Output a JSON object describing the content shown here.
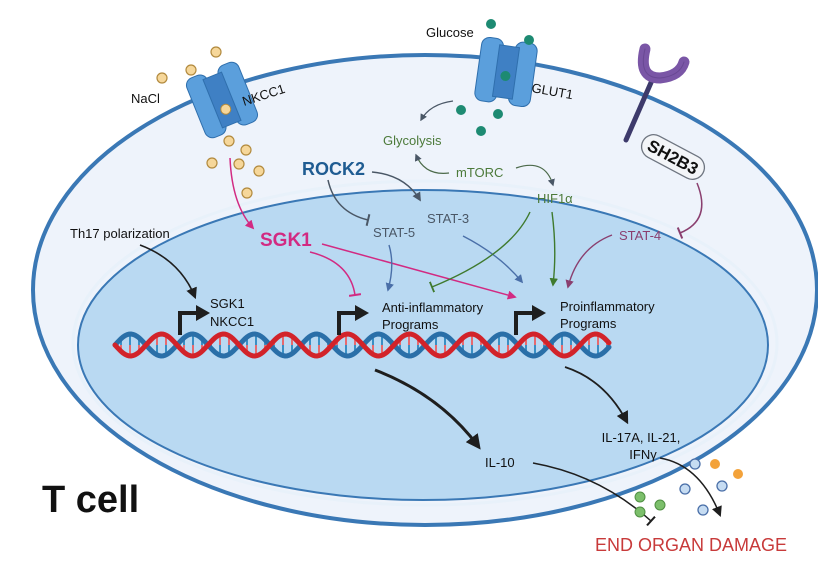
{
  "title": "T cell",
  "colors": {
    "cell_fill": "#eef3fb",
    "cell_stroke": "#3a78b5",
    "nucleus_fill": "#b9d9f2",
    "nucleus_stroke": "#3a78b5",
    "channel_outer": "#5b9fdc",
    "channel_inner": "#3f80c4",
    "nacl_dot": "#f6d79a",
    "glucose_dot": "#1d8a72",
    "receptor": "#7a56a6",
    "rock2": "#1f5c92",
    "sgk1": "#d22a82",
    "hif": "#4c7a3a",
    "stat4": "#8a3f6f",
    "neutral": "#4a5766",
    "damage": "#c83a3a",
    "dna_red": "#d2232a",
    "dna_blue": "#2a6fa8",
    "orange_dot": "#f3a23a",
    "green_dot": "#7cbf6b",
    "hollow_dot": "#c6dcf2"
  },
  "labels": {
    "nacl": "NaCl",
    "nkcc1": "NKCC1",
    "glucose": "Glucose",
    "glut1": "GLUT1",
    "sh2b3": "SH2B3",
    "glycolysis": "Glycolysis",
    "mtorc": "mTORC",
    "hif1a": "HIF1α",
    "rock2": "ROCK2",
    "stat3": "STAT-3",
    "stat5": "STAT-5",
    "stat4": "STAT-4",
    "sgk1": "SGK1",
    "th17": "Th17 polarization",
    "gene_sgk1": "SGK1",
    "gene_nkcc1": "NKCC1",
    "anti_line1": "Anti-inflammatory",
    "anti_line2": "Programs",
    "pro_line1": "Proinflammatory",
    "pro_line2": "Programs",
    "il10": "IL-10",
    "il17_line1": "IL-17A, IL-21,",
    "il17_line2": "IFNγ",
    "damage": "END ORGAN DAMAGE",
    "tcell": "T cell"
  },
  "relations": [
    {
      "from": "NaCl",
      "to": "NKCC1",
      "type": "transport"
    },
    {
      "from": "Glucose",
      "to": "GLUT1",
      "type": "transport"
    },
    {
      "from": "NKCC1",
      "to": "SGK1",
      "type": "activates"
    },
    {
      "from": "Glucose",
      "to": "Glycolysis",
      "type": "activates"
    },
    {
      "from": "mTORC",
      "to": "Glycolysis",
      "type": "activates"
    },
    {
      "from": "mTORC",
      "to": "HIF1α",
      "type": "activates"
    },
    {
      "from": "ROCK2",
      "to": "STAT-3",
      "type": "activates"
    },
    {
      "from": "ROCK2",
      "to": "STAT-5",
      "type": "inhibits"
    },
    {
      "from": "SH2B3",
      "to": "STAT-4",
      "type": "inhibits"
    },
    {
      "from": "SGK1",
      "to": "Anti-inflammatory Programs",
      "type": "inhibits"
    },
    {
      "from": "SGK1",
      "to": "Proinflammatory Programs",
      "type": "activates"
    },
    {
      "from": "STAT-5",
      "to": "Anti-inflammatory Programs",
      "type": "activates"
    },
    {
      "from": "STAT-3",
      "to": "Proinflammatory Programs",
      "type": "activates"
    },
    {
      "from": "HIF1α",
      "to": "Anti-inflammatory Programs",
      "type": "inhibits"
    },
    {
      "from": "HIF1α",
      "to": "Proinflammatory Programs",
      "type": "activates"
    },
    {
      "from": "STAT-4",
      "to": "Proinflammatory Programs",
      "type": "activates"
    },
    {
      "from": "Th17 polarization",
      "to": "SGK1/NKCC1 genes",
      "type": "activates"
    },
    {
      "from": "Anti-inflammatory Programs",
      "to": "IL-10",
      "type": "produces"
    },
    {
      "from": "Proinflammatory Programs",
      "to": "IL-17A, IL-21, IFNγ",
      "type": "produces"
    },
    {
      "from": "IL-10",
      "to": "END ORGAN DAMAGE",
      "type": "inhibits"
    },
    {
      "from": "IL-17A, IL-21, IFNγ",
      "to": "END ORGAN DAMAGE",
      "type": "activates"
    }
  ]
}
